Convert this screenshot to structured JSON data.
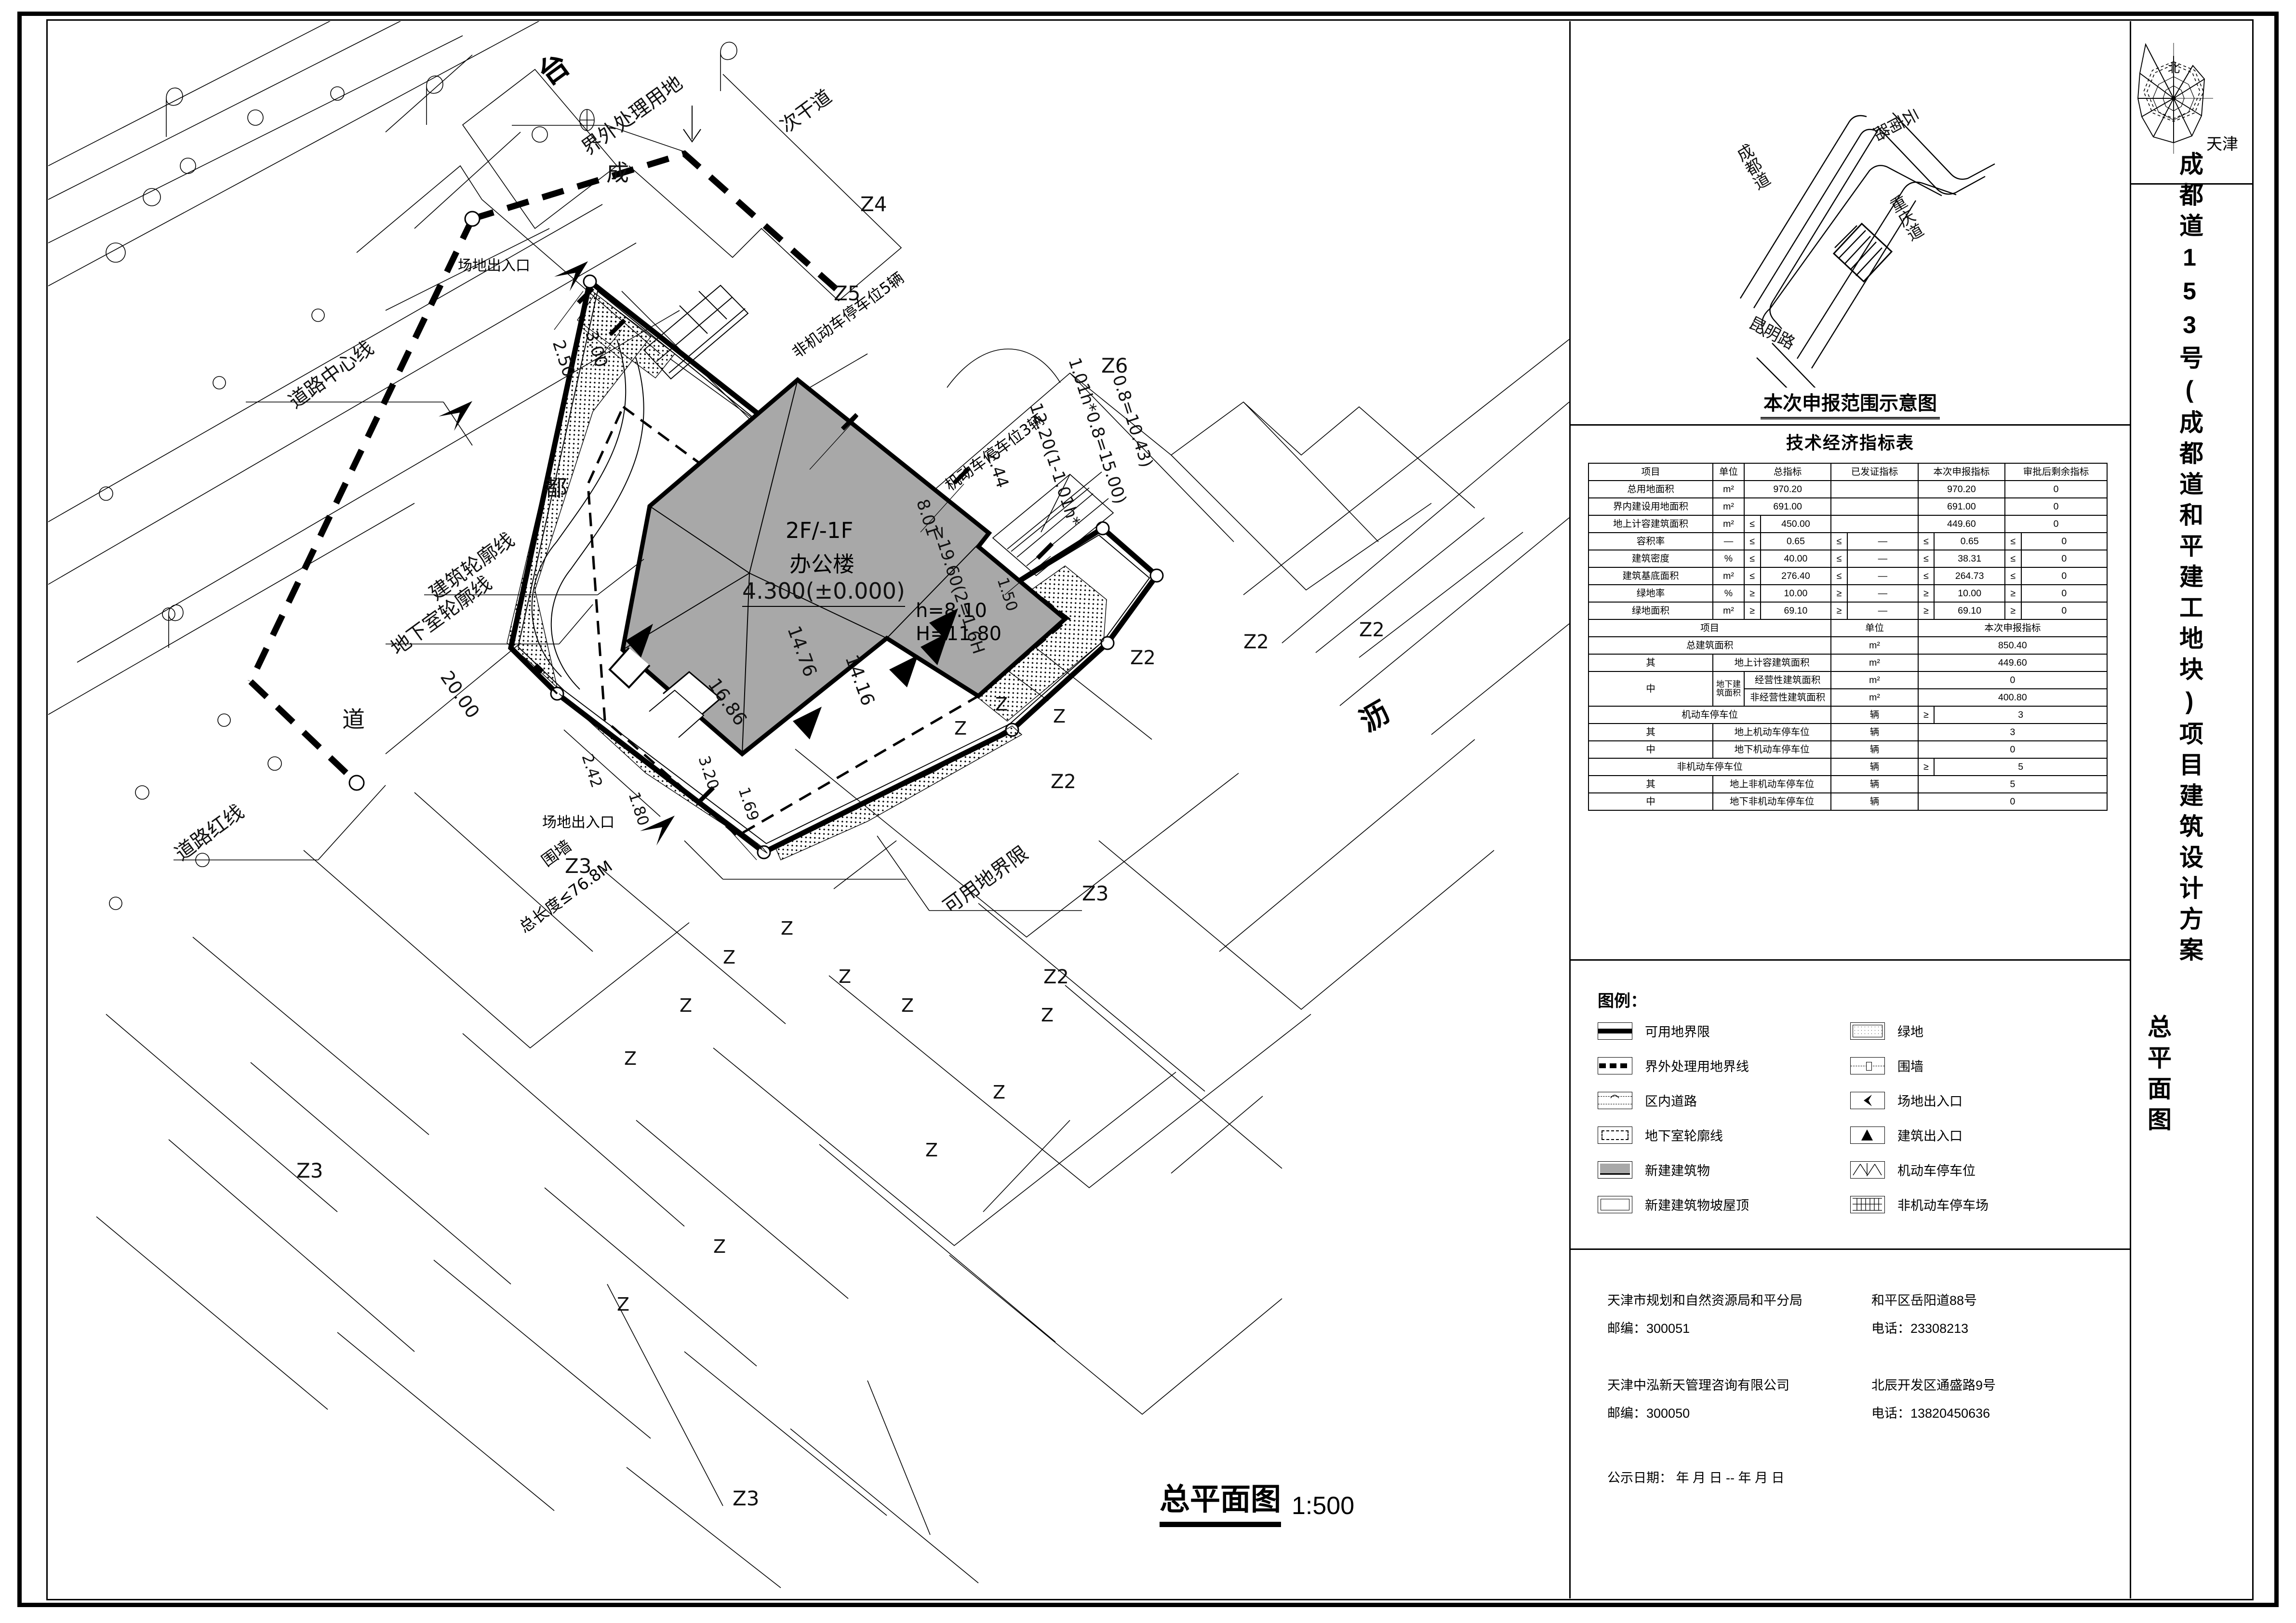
{
  "sheet": {
    "drawing_title": "总平面图",
    "scale": "1:500"
  },
  "vertical_title": {
    "project": "成都道153号(成都道和平建工地块)项目建筑设计方案",
    "sheet_name": "总平面图"
  },
  "windrose": {
    "north_label": "北",
    "city_label": "天津"
  },
  "keymap": {
    "title": "本次申报范围示意图",
    "streets": [
      "成都道",
      "云南路",
      "重庆道",
      "昆明路"
    ]
  },
  "tech_table": {
    "title": "技术经济指标表",
    "headers": [
      "项目",
      "单位",
      "总指标",
      "已发证指标",
      "本次申报指标",
      "审批后剩余指标"
    ],
    "rows": [
      {
        "item": "总用地面积",
        "unit": "m²",
        "total_op": "",
        "total": "970.20",
        "issued_op": "",
        "issued": "",
        "apply_op": "",
        "apply": "970.20",
        "rest_op": "",
        "rest": "0"
      },
      {
        "item": "界内建设用地面积",
        "unit": "m²",
        "total_op": "",
        "total": "691.00",
        "issued_op": "",
        "issued": "",
        "apply_op": "",
        "apply": "691.00",
        "rest_op": "",
        "rest": "0"
      },
      {
        "item": "地上计容建筑面积",
        "unit": "m²",
        "total_op": "≤",
        "total": "450.00",
        "issued_op": "",
        "issued": "",
        "apply_op": "",
        "apply": "449.60",
        "rest_op": "",
        "rest": "0"
      },
      {
        "item": "容积率",
        "unit": "—",
        "total_op": "≤",
        "total": "0.65",
        "issued_op": "≤",
        "issued": "—",
        "apply_op": "≤",
        "apply": "0.65",
        "rest_op": "≤",
        "rest": "0"
      },
      {
        "item": "建筑密度",
        "unit": "%",
        "total_op": "≤",
        "total": "40.00",
        "issued_op": "≤",
        "issued": "—",
        "apply_op": "≤",
        "apply": "38.31",
        "rest_op": "≤",
        "rest": "0"
      },
      {
        "item": "建筑基底面积",
        "unit": "m²",
        "total_op": "≤",
        "total": "276.40",
        "issued_op": "≤",
        "issued": "—",
        "apply_op": "≤",
        "apply": "264.73",
        "rest_op": "≤",
        "rest": "0"
      },
      {
        "item": "绿地率",
        "unit": "%",
        "total_op": "≥",
        "total": "10.00",
        "issued_op": "≥",
        "issued": "—",
        "apply_op": "≥",
        "apply": "10.00",
        "rest_op": "≥",
        "rest": "0"
      },
      {
        "item": "绿地面积",
        "unit": "m²",
        "total_op": "≥",
        "total": "69.10",
        "issued_op": "≥",
        "issued": "—",
        "apply_op": "≥",
        "apply": "69.10",
        "rest_op": "≥",
        "rest": "0"
      }
    ],
    "sub_headers": [
      "项目",
      "单位",
      "本次申报指标"
    ],
    "sub_rows": [
      {
        "prefix": "",
        "group": "",
        "item": "总建筑面积",
        "unit": "m²",
        "op": "",
        "value": "850.40"
      },
      {
        "prefix": "其",
        "group": "",
        "item": "地上计容建筑面积",
        "unit": "m²",
        "op": "",
        "value": "449.60"
      },
      {
        "prefix": "",
        "group": "地下建筑面积",
        "item": "经营性建筑面积",
        "unit": "m²",
        "op": "",
        "value": "0"
      },
      {
        "prefix": "中",
        "group": "地下建筑面积",
        "item": "非经营性建筑面积",
        "unit": "m²",
        "op": "",
        "value": "400.80"
      },
      {
        "prefix": "",
        "group": "",
        "item": "机动车停车位",
        "unit": "辆",
        "op": "≥",
        "value": "3"
      },
      {
        "prefix": "其",
        "group": "",
        "item": "地上机动车停车位",
        "unit": "辆",
        "op": "",
        "value": "3"
      },
      {
        "prefix": "中",
        "group": "",
        "item": "地下机动车停车位",
        "unit": "辆",
        "op": "",
        "value": "0"
      },
      {
        "prefix": "",
        "group": "",
        "item": "非机动车停车位",
        "unit": "辆",
        "op": "≥",
        "value": "5"
      },
      {
        "prefix": "其",
        "group": "",
        "item": "地上非机动车停车位",
        "unit": "辆",
        "op": "",
        "value": "5"
      },
      {
        "prefix": "中",
        "group": "",
        "item": "地下非机动车停车位",
        "unit": "辆",
        "op": "",
        "value": "0"
      }
    ]
  },
  "legend": {
    "title": "图例：",
    "items_left": [
      {
        "icon": "boundary-line-icon",
        "label": "可用地界限"
      },
      {
        "icon": "dashed-boundary-icon",
        "label": "界外处理用地界线"
      },
      {
        "icon": "internal-road-icon",
        "label": "区内道路"
      },
      {
        "icon": "basement-outline-icon",
        "label": "地下室轮廓线"
      },
      {
        "icon": "new-building-icon",
        "label": "新建建筑物"
      },
      {
        "icon": "sloped-roof-icon",
        "label": "新建建筑物坡屋顶"
      }
    ],
    "items_right": [
      {
        "icon": "green-area-icon",
        "label": "绿地"
      },
      {
        "icon": "fence-wall-icon",
        "label": "围墙"
      },
      {
        "icon": "site-entrance-icon",
        "label": "场地出入口"
      },
      {
        "icon": "building-entrance-icon",
        "label": "建筑出入口"
      },
      {
        "icon": "car-parking-icon",
        "label": "机动车停车位"
      },
      {
        "icon": "bike-parking-icon",
        "label": "非机动车停车场"
      }
    ]
  },
  "address_block": {
    "rows": [
      {
        "left": "天津市规划和自然资源局和平分局",
        "right": "和平区岳阳道88号"
      },
      {
        "left": "邮编：300051",
        "right": "电话：23308213"
      },
      {
        "left": "天津中泓新天管理咨询有限公司",
        "right": "北辰开发区通盛路9号"
      },
      {
        "left": "邮编：300050",
        "right": "电话：13820450636"
      }
    ],
    "publicity_date": "公示日期：  年  月  日 -- 年  月  日"
  },
  "plan": {
    "building": {
      "floors_label": "2F/-1F",
      "use_label": "办公楼",
      "elevation": "4.300(±0.000)",
      "eave_height": "h=8.10",
      "total_height": "H=11.80",
      "fill_color": "#a8a8a8",
      "dims": [
        "14.76",
        "14.16",
        "16.86"
      ]
    },
    "annotations": [
      {
        "text": "界外处理用地",
        "name": "annot-outside-land"
      },
      {
        "text": "道路中心线",
        "name": "annot-road-centerline"
      },
      {
        "text": "道路红线",
        "name": "annot-road-redline"
      },
      {
        "text": "建筑轮廓线",
        "name": "annot-building-outline"
      },
      {
        "text": "地下室轮廓线",
        "name": "annot-basement-outline"
      },
      {
        "text": "可用地界限",
        "name": "annot-usable-boundary"
      },
      {
        "text": "场地出入口",
        "name": "annot-site-entrance"
      },
      {
        "text": "非机动车停车位5辆",
        "name": "annot-bike-parking"
      },
      {
        "text": "机动车停车位3辆",
        "name": "annot-car-parking"
      },
      {
        "text": "围墙",
        "name": "annot-fence-wall"
      },
      {
        "text": "总长度≤76.8M",
        "name": "annot-fence-length"
      }
    ],
    "street_labels": [
      "台",
      "次干道",
      "成",
      "都",
      "道",
      "沥",
      "20.00"
    ],
    "parcel_labels": [
      "Z4",
      "Z5",
      "Z6",
      "Z2",
      "Z2",
      "Z2",
      "Z2",
      "Z2",
      "Z3",
      "Z3",
      "Z3",
      "Z",
      "Z",
      "Z",
      "Z",
      "Z",
      "Z",
      "Z",
      "Z",
      "Z",
      "Z",
      "Z",
      "Z",
      "Z",
      "Z"
    ],
    "dimension_labels": [
      "3.00",
      "2.50",
      "8.01",
      "2.44",
      "0.8=10.43)",
      "1.01h*0.8=15.00)",
      "12.20(1-1.01h*",
      "≥19.60(2=1.6H",
      "1.50",
      "2.42",
      "1.80",
      "3.00",
      "3.20",
      "1.69"
    ]
  }
}
